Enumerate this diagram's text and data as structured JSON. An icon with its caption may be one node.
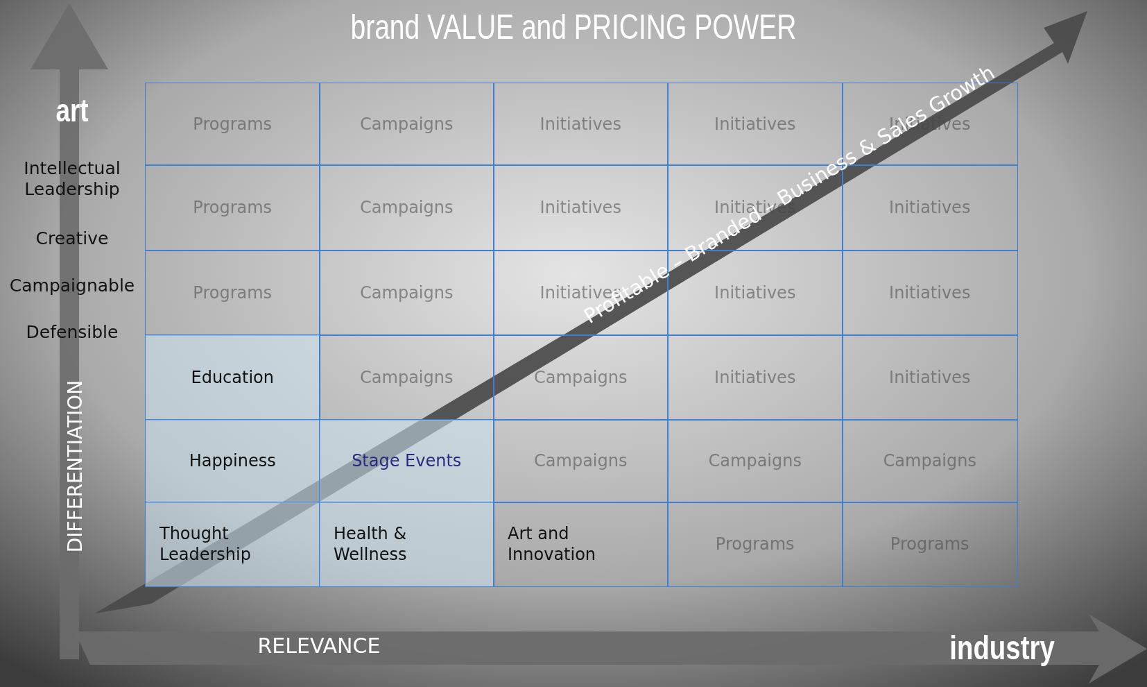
{
  "diagram": {
    "title": "brand VALUE and PRICING POWER",
    "labels": [
      "art",
      "Intellectual Leadership",
      "Creative",
      "Campaignable",
      "Defensible",
      "DIFFERENTIATION",
      "Programs",
      "Campaigns",
      "Initiatives",
      "Initiatives",
      "Initiatives",
      "Programs",
      "Campaigns",
      "Initiatives",
      "Initiatives",
      "Initiatives",
      "Programs",
      "Campaigns",
      "Initiatives",
      "Initiatives",
      "Initiatives",
      "Education",
      "Campaigns",
      "Campaigns",
      "Initiatives",
      "Initiatives",
      "Happiness",
      "Stage Events",
      "Campaigns",
      "Campaigns",
      "Campaigns",
      "Thought Leadership",
      "Health & Wellness",
      "Art and Innovation",
      "Programs",
      "Programs",
      "Profitable – Branded – Business & Sales Growth",
      "RELEVANCE",
      "industry"
    ]
  }
}
